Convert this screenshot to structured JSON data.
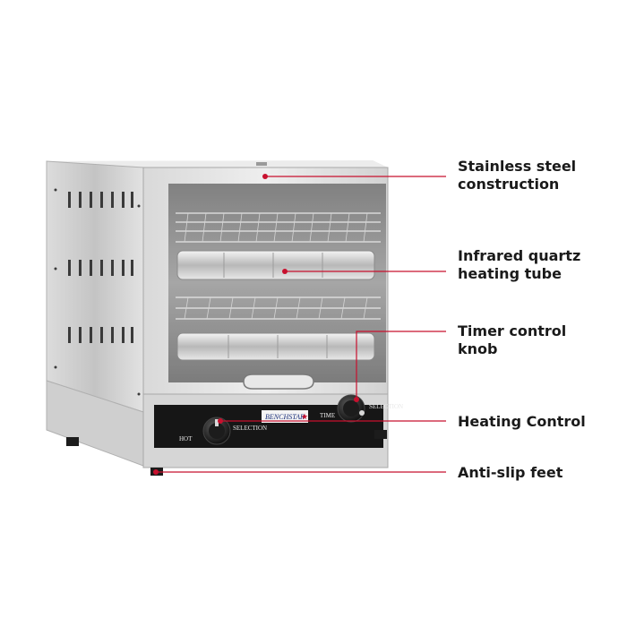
{
  "callouts": [
    {
      "line1": "Stainless steel",
      "line2": "construction"
    },
    {
      "line1": "Infrared quartz",
      "line2": "heating tube"
    },
    {
      "line1": "Timer control",
      "line2": "knob"
    },
    {
      "line1": "Heating Control",
      "line2": ""
    },
    {
      "line1": "Anti-slip feet",
      "line2": ""
    }
  ],
  "panel": {
    "hot": "HOT",
    "selection_left": "SELECTION",
    "brand": "BENCHSTAR",
    "time": "TIME",
    "selection_right": "SELECTION"
  },
  "colors": {
    "accent": "#c8102e",
    "text": "#1a1a1a",
    "steel": "#cfcfcf",
    "panel": "#161616"
  }
}
